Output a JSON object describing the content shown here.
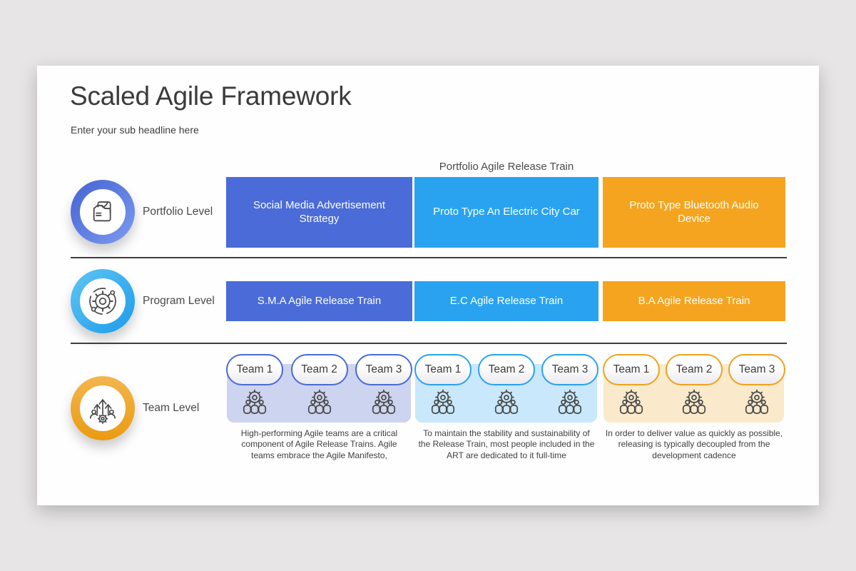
{
  "header": {
    "title": "Scaled Agile Framework",
    "subtitle": "Enter your sub headline here"
  },
  "banner_label": "Portfolio Agile Release Train",
  "portfolio": {
    "label": "Portfolio Level",
    "boxes": [
      {
        "text": "Social Media Advertisement Strategy"
      },
      {
        "text": "Proto Type An Electric City Car"
      },
      {
        "text": "Proto Type Bluetooth Audio Device"
      }
    ]
  },
  "program": {
    "label": "Program Level",
    "boxes": [
      {
        "text": "S.M.A Agile Release Train"
      },
      {
        "text": "E.C Agile Release Train"
      },
      {
        "text": "B.A Agile Release Train"
      }
    ]
  },
  "team": {
    "label": "Team Level",
    "groups": [
      {
        "teams": [
          "Team 1",
          "Team 2",
          "Team 3"
        ],
        "description": "High-performing Agile teams are a critical component of Agile Release Trains. Agile teams embrace the Agile Manifesto,"
      },
      {
        "teams": [
          "Team 1",
          "Team 2",
          "Team 3"
        ],
        "description": "To maintain the stability and sustainability of the Release Train, most people included in the ART are dedicated to it full-time"
      },
      {
        "teams": [
          "Team 1",
          "Team 2",
          "Team 3"
        ],
        "description": "In order to deliver value as quickly as possible, releasing is typically decoupled from the development cadence"
      }
    ]
  },
  "colors": {
    "royal_blue": "#4a6bd8",
    "sky_blue": "#29a3f0",
    "orange": "#f5a41f",
    "royal_blue_tint": "#cdd4ef",
    "sky_blue_tint": "#c9e8fb",
    "orange_tint": "#faeacb",
    "divider": "#3e3e3e",
    "background": "#e7e5e6"
  }
}
